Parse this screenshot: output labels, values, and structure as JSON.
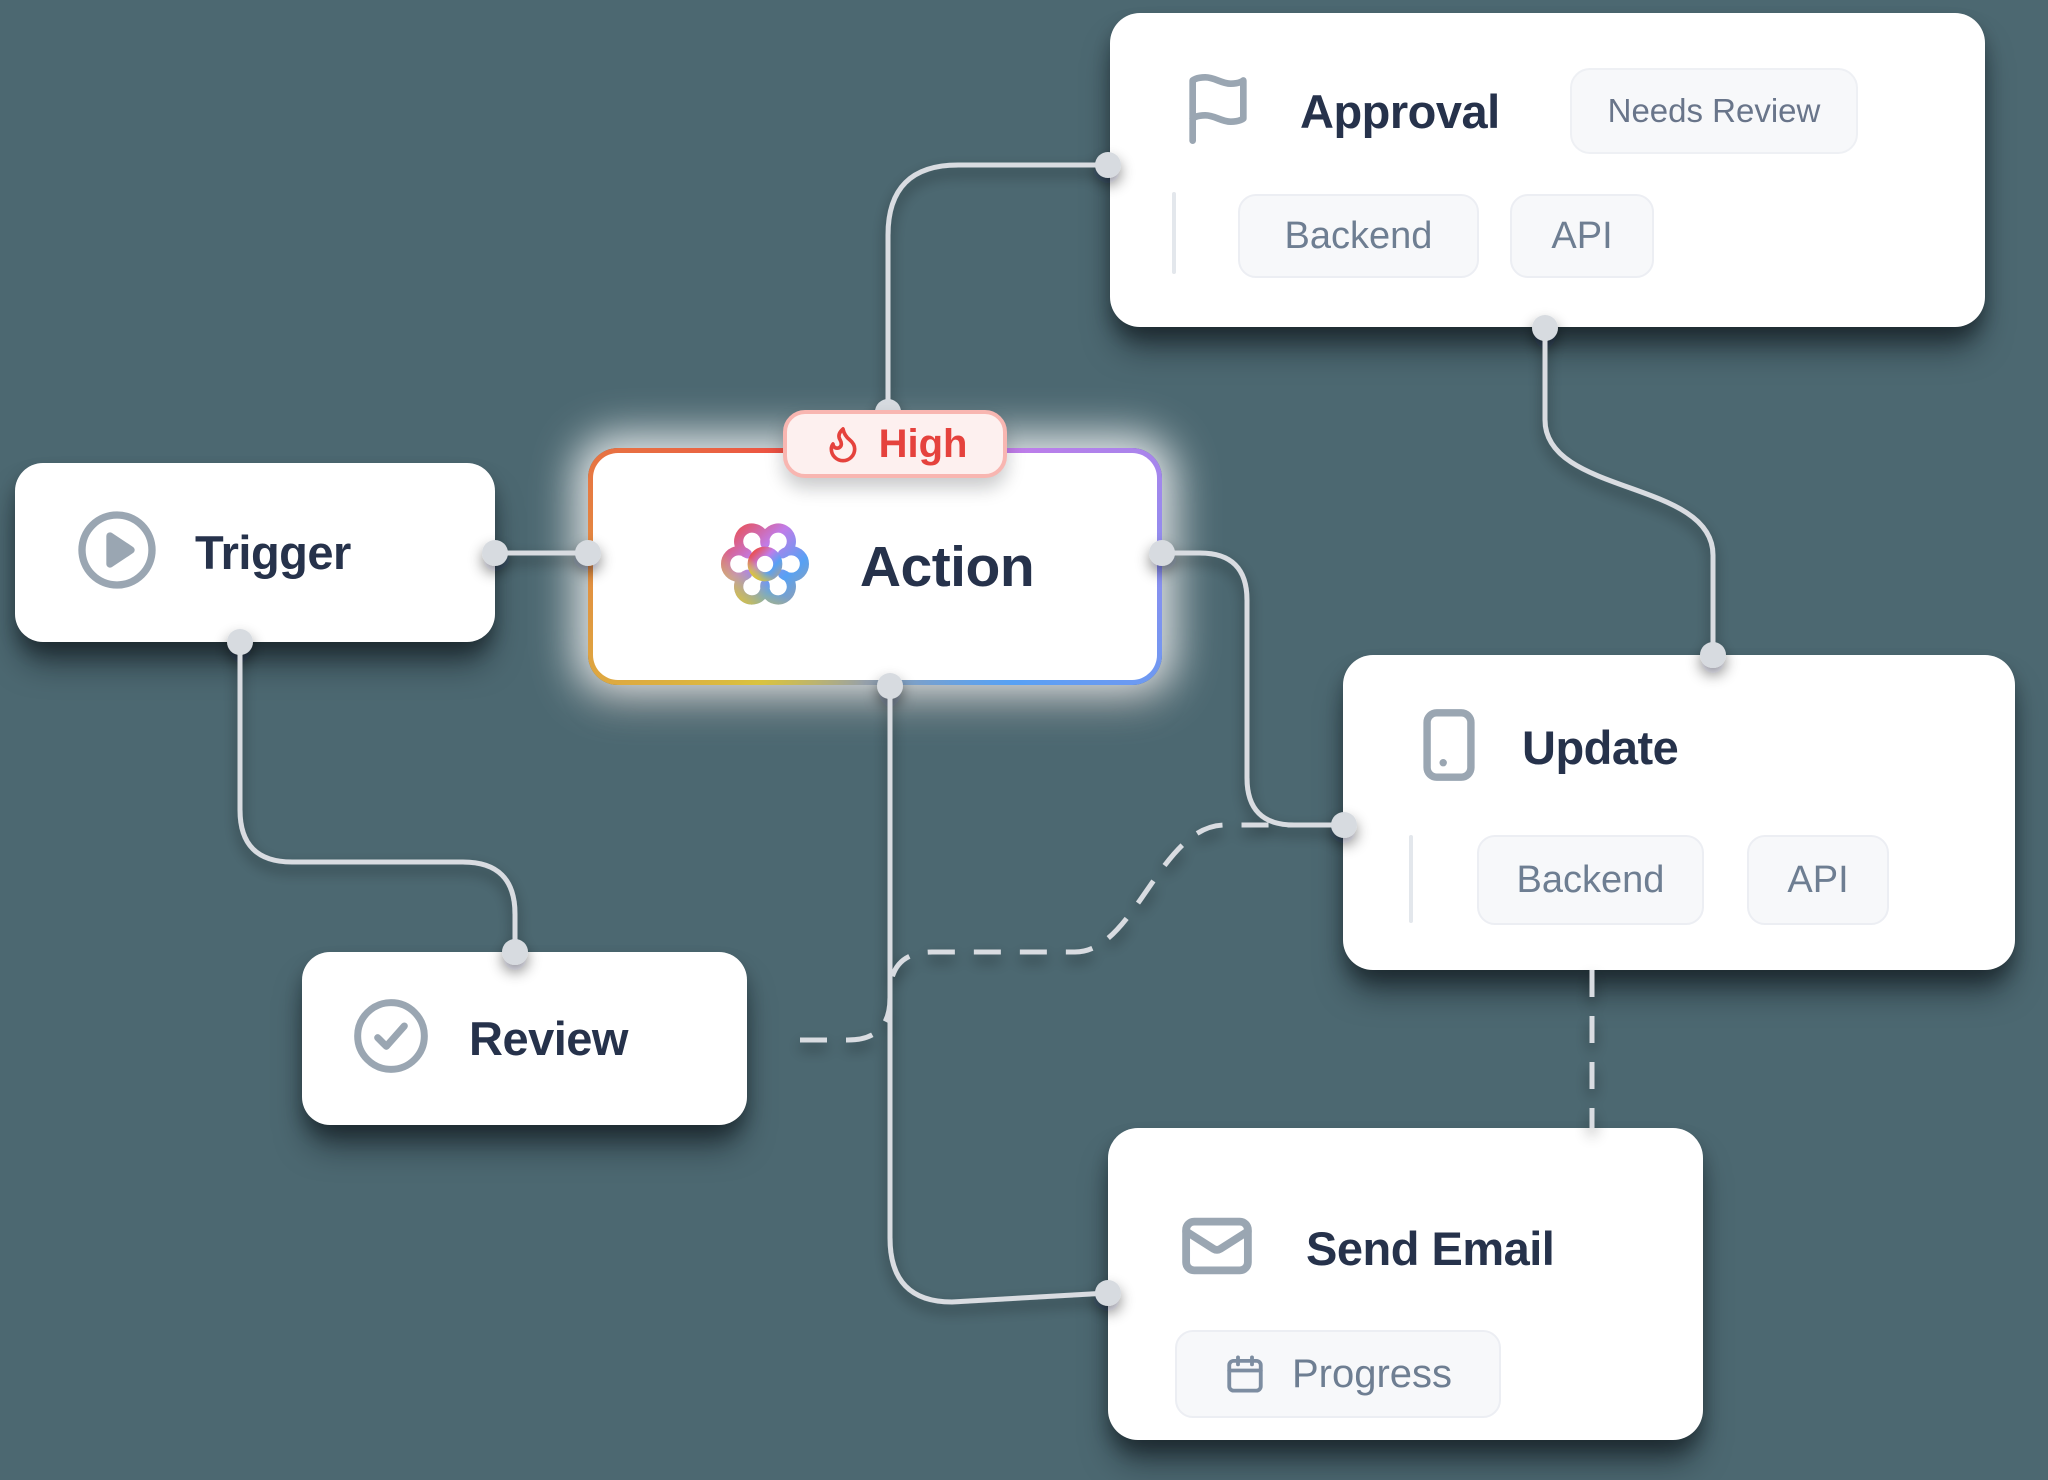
{
  "canvas": {
    "background_color": "#4c6871",
    "node_background": "#ffffff",
    "heading_color": "#26324b",
    "icon_color": "#9aa6b2",
    "connector_color": "#d9dce1",
    "handle_color": "#d7dbe0"
  },
  "nodes": {
    "trigger": {
      "label": "Trigger",
      "icon": "play-circle-icon"
    },
    "review": {
      "label": "Review",
      "icon": "check-circle-icon"
    },
    "action": {
      "label": "Action",
      "icon": "gear-icon",
      "priority_badge": {
        "label": "High",
        "icon": "flame-icon",
        "text_color": "#e5423d",
        "background": "#fdf0ef",
        "border_color": "#f8b6b1"
      },
      "border_gradient": [
        "#ee4b43",
        "#c07ce9",
        "#57a1f4",
        "#96a0aa",
        "#d9c33f"
      ]
    },
    "approval": {
      "label": "Approval",
      "icon": "flag-icon",
      "status_badge": {
        "label": "Needs Review"
      },
      "tags": [
        "Backend",
        "API"
      ]
    },
    "update": {
      "label": "Update",
      "icon": "smartphone-icon",
      "tags": [
        "Backend",
        "API"
      ]
    },
    "send_email": {
      "label": "Send Email",
      "icon": "mail-icon",
      "progress_tag": {
        "label": "Progress",
        "icon": "calendar-icon"
      }
    }
  },
  "edges": [
    {
      "from": "trigger-right",
      "to": "action-left",
      "style": "solid"
    },
    {
      "from": "trigger-bottom",
      "to": "review-top",
      "style": "solid"
    },
    {
      "from": "action-top",
      "to": "approval-left",
      "style": "solid"
    },
    {
      "from": "approval-bottom",
      "to": "update-top",
      "style": "solid"
    },
    {
      "from": "action-right",
      "to": "update-left",
      "style": "solid"
    },
    {
      "from": "action-bottom",
      "to": "send_email-left",
      "style": "solid"
    },
    {
      "from": "review-right",
      "to": "update-left",
      "style": "dashed"
    },
    {
      "from": "update-bottom",
      "to": "send_email-top",
      "style": "dashed"
    }
  ]
}
